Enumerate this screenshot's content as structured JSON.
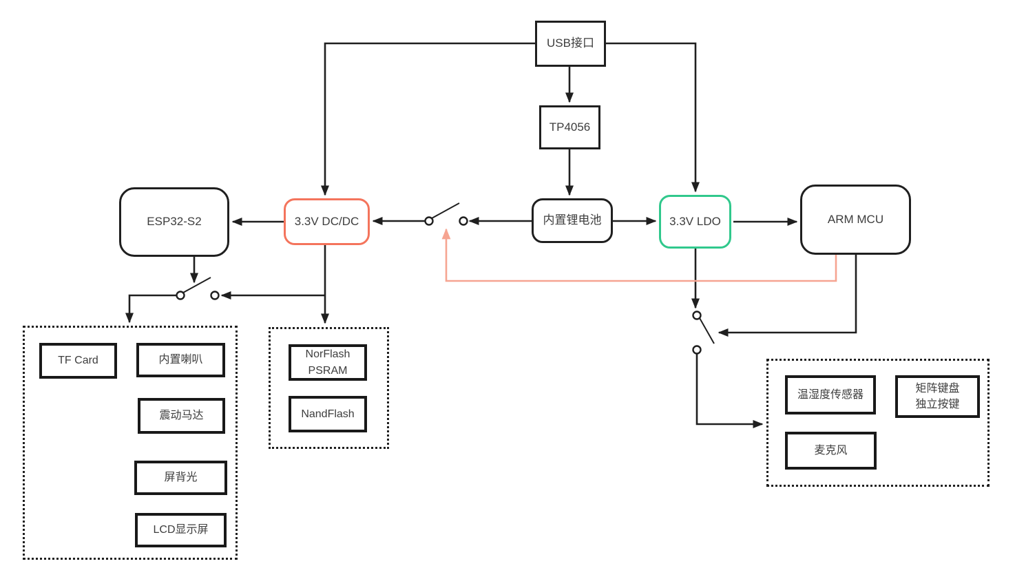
{
  "diagram": {
    "type": "block-diagram",
    "nodes": {
      "usb": {
        "label": "USB接口"
      },
      "tp4056": {
        "label": "TP4056"
      },
      "battery": {
        "label": "内置锂电池"
      },
      "dcdc": {
        "label": "3.3V DC/DC"
      },
      "ldo": {
        "label": "3.3V LDO"
      },
      "esp32": {
        "label": "ESP32-S2"
      },
      "arm": {
        "label": "ARM MCU"
      },
      "tf_card": {
        "label": "TF Card"
      },
      "speaker": {
        "label": "内置喇叭"
      },
      "motor": {
        "label": "震动马达"
      },
      "backlight": {
        "label": "屏背光"
      },
      "lcd": {
        "label": "LCD显示屏"
      },
      "norflash": {
        "line1": "NorFlash",
        "line2": "PSRAM"
      },
      "nandflash": {
        "label": "NandFlash"
      },
      "sensor": {
        "label": "温湿度传感器"
      },
      "keypad": {
        "line1": "矩阵键盘",
        "line2": "独立按键"
      },
      "mic": {
        "label": "麦克风"
      }
    },
    "colors": {
      "background": "#ffffff",
      "line": "#1f1f1f",
      "text": "#3d3d3d",
      "dcdc_accent": "#f4745c",
      "ldo_accent": "#30c88c",
      "feedback": "#f6a491"
    },
    "connections": [
      {
        "from": "usb",
        "to": "dcdc"
      },
      {
        "from": "usb",
        "to": "ldo"
      },
      {
        "from": "usb",
        "to": "tp4056"
      },
      {
        "from": "tp4056",
        "to": "battery"
      },
      {
        "from": "battery",
        "to": "dcdc",
        "via": "switch"
      },
      {
        "from": "battery",
        "to": "ldo"
      },
      {
        "from": "dcdc",
        "to": "esp32"
      },
      {
        "from": "ldo",
        "to": "arm"
      },
      {
        "from": "esp32",
        "to": "esp32-peripheral-group",
        "via": "switch"
      },
      {
        "from": "dcdc",
        "to": "flash-group"
      },
      {
        "from": "dcdc",
        "to": "esp32-switch"
      },
      {
        "from": "ldo",
        "to": "arm-peripheral-group",
        "via": "switch"
      },
      {
        "from": "arm",
        "to": "ldo-switch",
        "type": "control"
      },
      {
        "from": "arm",
        "to": "battery-switch",
        "type": "control-feedback"
      }
    ]
  }
}
